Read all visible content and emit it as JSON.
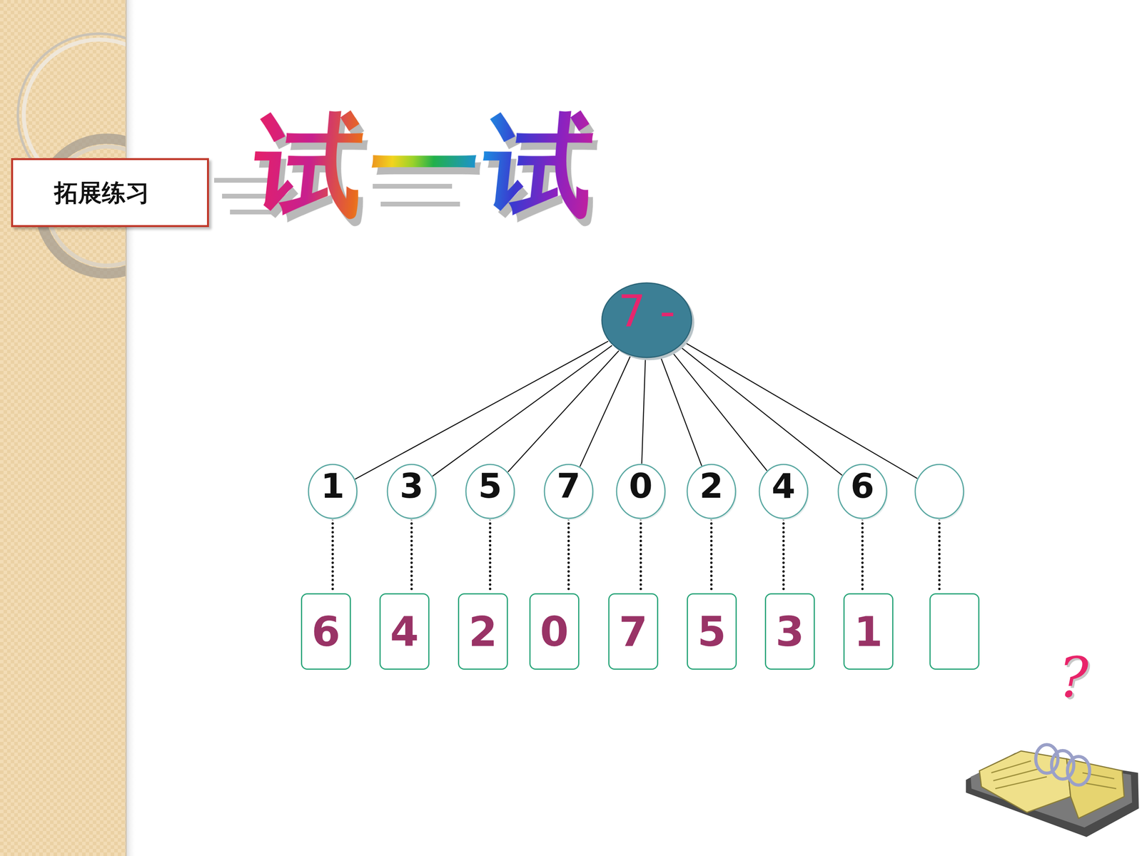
{
  "diagram": {
    "title": "试一试",
    "nodes": [
      {
        "text": [
          "拓展练习"
        ]
      },
      {
        "text": [
          "7 -"
        ]
      },
      {
        "text": [
          "1"
        ]
      },
      {
        "text": [
          "3"
        ]
      },
      {
        "text": [
          "5"
        ]
      },
      {
        "text": [
          "7"
        ]
      },
      {
        "text": [
          "0"
        ]
      },
      {
        "text": [
          "2"
        ]
      },
      {
        "text": [
          "4"
        ]
      },
      {
        "text": [
          "6"
        ]
      },
      {
        "text": []
      },
      {
        "text": [
          "6"
        ]
      },
      {
        "text": [
          "4"
        ]
      },
      {
        "text": [
          "2"
        ]
      },
      {
        "text": [
          "0"
        ]
      },
      {
        "text": [
          "7"
        ]
      },
      {
        "text": [
          "5"
        ]
      },
      {
        "text": [
          "3"
        ]
      },
      {
        "text": [
          "1"
        ]
      },
      {
        "text": []
      }
    ],
    "edges": [
      {
        "from": 1,
        "to": 2,
        "arrow": "none"
      },
      {
        "from": 1,
        "to": 3,
        "arrow": "none"
      },
      {
        "from": 1,
        "to": 4,
        "arrow": "none"
      },
      {
        "from": 1,
        "to": 5,
        "arrow": "none"
      },
      {
        "from": 1,
        "to": 6,
        "arrow": "none"
      },
      {
        "from": 1,
        "to": 7,
        "arrow": "none"
      },
      {
        "from": 1,
        "to": 8,
        "arrow": "none"
      },
      {
        "from": 1,
        "to": 9,
        "arrow": "none"
      },
      {
        "from": 1,
        "to": 10,
        "arrow": "none"
      },
      {
        "from": 2,
        "to": 11,
        "arrow": "none"
      },
      {
        "from": 3,
        "to": 12,
        "arrow": "none"
      },
      {
        "from": 4,
        "to": 13,
        "arrow": "none"
      },
      {
        "from": 5,
        "to": 14,
        "arrow": "none"
      },
      {
        "from": 6,
        "to": 15,
        "arrow": "none"
      },
      {
        "from": 7,
        "to": 16,
        "arrow": "none"
      },
      {
        "from": 8,
        "to": 17,
        "arrow": "none"
      },
      {
        "from": 9,
        "to": 18,
        "arrow": "none"
      },
      {
        "from": 10,
        "to": 19,
        "arrow": "none"
      }
    ],
    "labels": [
      "?"
    ]
  }
}
